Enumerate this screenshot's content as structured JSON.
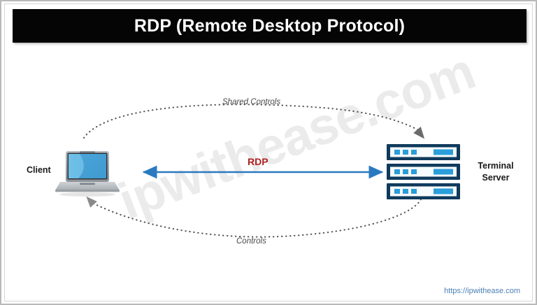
{
  "title": {
    "text": "RDP (Remote Desktop Protocol)"
  },
  "watermark": {
    "text": "ipwithease.com"
  },
  "diagram": {
    "nodes": [
      {
        "id": "client",
        "label": "Client",
        "icon": "laptop-icon"
      },
      {
        "id": "terminal-server",
        "label": "Terminal Server",
        "icon": "server-stack-icon"
      }
    ],
    "connections": [
      {
        "id": "shared-controls",
        "label": "Shared Controls",
        "style": "dotted",
        "direction": "client-to-server",
        "color": "#555555"
      },
      {
        "id": "rdp",
        "label": "RDP",
        "style": "solid",
        "direction": "bidirectional",
        "color": "#2a7ac0"
      },
      {
        "id": "controls",
        "label": "Controls",
        "style": "dotted",
        "direction": "server-to-client",
        "color": "#555555"
      }
    ]
  },
  "colors": {
    "banner_background": "#050505",
    "banner_text": "#ffffff",
    "rdp_arrow": "#2a7ac0",
    "rdp_label": "#b02020",
    "server_frame": "#0f3a5c",
    "server_accent": "#2a9ddb",
    "laptop_screen": "#4ba9dd",
    "dotted_line": "#555555",
    "footer_link": "#4b7fb5",
    "watermark": "#ebebeb"
  },
  "footer": {
    "url": "https://ipwithease.com"
  }
}
